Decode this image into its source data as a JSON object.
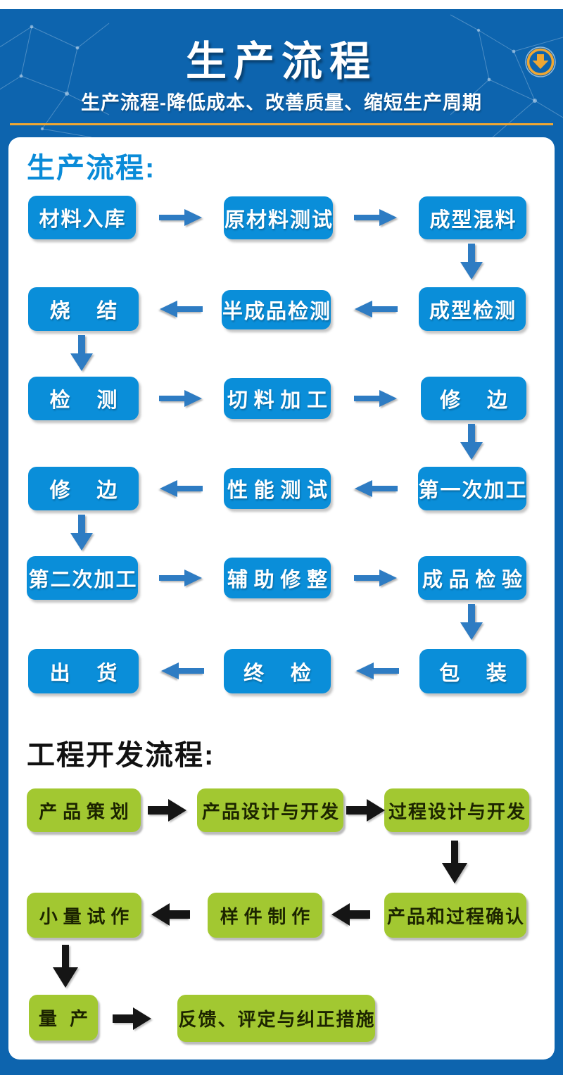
{
  "header": {
    "title": "生产流程",
    "subtitle": "生产流程-降低成本、改善质量、缩短生产周期",
    "download_icon": "circle-down-arrow-icon"
  },
  "colors": {
    "header_bg": "#0d64ae",
    "box_blue": "#0a8ed9",
    "arrow_blue": "#2e7cc3",
    "heading_blue": "#0a8bd8",
    "box_green": "#a2c831",
    "arrow_black": "#151515",
    "gold": "#efa733",
    "text_on_blue": "#ffffff",
    "text_on_green": "#1c2400"
  },
  "production": {
    "heading": "生产流程:",
    "rows": [
      {
        "dir": "right",
        "steps": [
          "材料入库",
          "原材料测试",
          "成型混料"
        ]
      },
      {
        "dir": "left",
        "steps": [
          "烧结",
          "半成品检测",
          "成型检测"
        ]
      },
      {
        "dir": "right",
        "steps": [
          "检测",
          "切料加工",
          "修边"
        ]
      },
      {
        "dir": "left",
        "steps": [
          "修边",
          "性能测试",
          "第一次加工"
        ]
      },
      {
        "dir": "right",
        "steps": [
          "第二次加工",
          "辅助修整",
          "成品检验"
        ]
      },
      {
        "dir": "left",
        "steps": [
          "出货",
          "终检",
          "包装"
        ]
      }
    ]
  },
  "engineering": {
    "heading": "工程开发流程:",
    "rows": [
      {
        "dir": "right",
        "steps": [
          "产品策划",
          "产品设计与开发",
          "过程设计与开发"
        ]
      },
      {
        "dir": "left",
        "steps": [
          "小量试作",
          "样件制作",
          "产品和过程确认"
        ]
      },
      {
        "dir": "right",
        "steps": [
          "量产",
          "反馈、评定与纠正措施"
        ]
      }
    ]
  }
}
